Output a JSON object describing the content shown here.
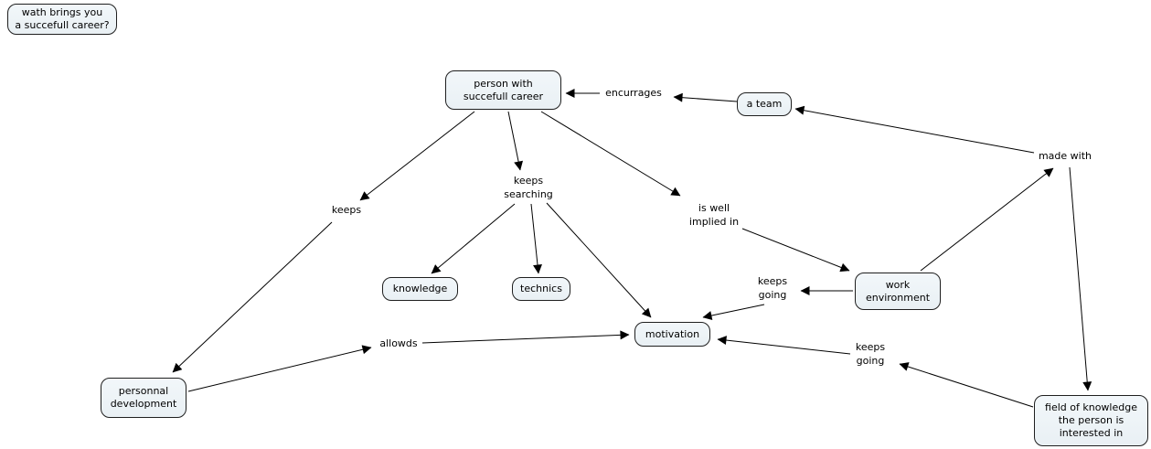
{
  "colors": {
    "background": "#ffffff",
    "node_fill": "#edf3f7",
    "node_border": "#1f1f1f",
    "line": "#000000"
  },
  "nodes": {
    "question": {
      "label": "wath brings you\na succefull career?"
    },
    "person": {
      "label": "person with\nsuccefull career"
    },
    "a_team": {
      "label": "a team"
    },
    "knowledge": {
      "label": "knowledge"
    },
    "technics": {
      "label": "technics"
    },
    "motivation": {
      "label": "motivation"
    },
    "work_environment": {
      "label": "work\nenvironment"
    },
    "personnal_development": {
      "label": "personnal\ndevelopment"
    },
    "field_of_knowledge": {
      "label": "field of knowledge\nthe person is\ninterested in"
    }
  },
  "links": {
    "encurrages": {
      "label": "encurrages"
    },
    "keeps": {
      "label": "keeps"
    },
    "keeps_searching": {
      "label": "keeps\nsearching"
    },
    "is_well_implied_in": {
      "label": "is well\nimplied in"
    },
    "made_with": {
      "label": "made with"
    },
    "keeps_going_work": {
      "label": "keeps\ngoing"
    },
    "allowds": {
      "label": "allowds"
    },
    "keeps_going_field": {
      "label": "keeps\ngoing"
    }
  },
  "relations": [
    {
      "from": "person with succefull career",
      "via": "keeps",
      "to": "personnal development"
    },
    {
      "from": "person with succefull career",
      "via": "keeps searching",
      "to": "knowledge"
    },
    {
      "from": "person with succefull career",
      "via": "keeps searching",
      "to": "technics"
    },
    {
      "from": "person with succefull career",
      "via": "keeps searching",
      "to": "motivation"
    },
    {
      "from": "person with succefull career",
      "via": "is well implied in",
      "to": "work environment"
    },
    {
      "from": "work environment",
      "via": "keeps going",
      "to": "motivation"
    },
    {
      "from": "work environment",
      "via": "made with",
      "to": "a team"
    },
    {
      "from": "work environment",
      "via": "made with",
      "to": "field of knowledge the person is interested in"
    },
    {
      "from": "a team",
      "via": "encurrages",
      "to": "person with succefull career"
    },
    {
      "from": "personnal development",
      "via": "allowds",
      "to": "motivation"
    },
    {
      "from": "field of knowledge the person is interested in",
      "via": "keeps going",
      "to": "motivation"
    }
  ]
}
